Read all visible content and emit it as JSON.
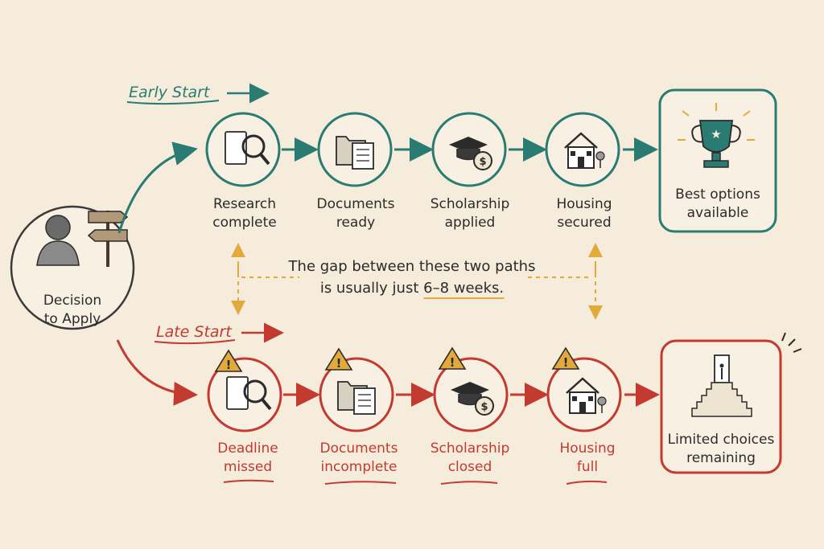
{
  "start": {
    "label_line1": "Decision",
    "label_line2": "to Apply"
  },
  "early": {
    "title": "Early Start",
    "color": "#2a7b72",
    "steps": [
      {
        "line1": "Research",
        "line2": "complete",
        "icon": "search-document-icon"
      },
      {
        "line1": "Documents",
        "line2": "ready",
        "icon": "documents-folder-icon"
      },
      {
        "line1": "Scholarship",
        "line2": "applied",
        "icon": "graduation-cap-coin-icon"
      },
      {
        "line1": "Housing",
        "line2": "secured",
        "icon": "house-icon"
      }
    ],
    "outcome": {
      "line1": "Best options",
      "line2": "available",
      "icon": "trophy-icon"
    }
  },
  "late": {
    "title": "Late Start",
    "color": "#c23a30",
    "steps": [
      {
        "line1": "Deadline",
        "line2": "missed",
        "icon": "search-document-icon"
      },
      {
        "line1": "Documents",
        "line2": "incomplete",
        "icon": "documents-folder-icon"
      },
      {
        "line1": "Scholarship",
        "line2": "closed",
        "icon": "graduation-cap-coin-icon"
      },
      {
        "line1": "Housing",
        "line2": "full",
        "icon": "house-icon"
      }
    ],
    "outcome": {
      "line1": "Limited choices",
      "line2": "remaining",
      "icon": "narrow-staircase-icon"
    }
  },
  "note": {
    "line1": "The gap between these two paths",
    "line2_prefix": "is usually just ",
    "line2_highlight": "6–8 weeks."
  },
  "colors": {
    "background": "#f5ecdc",
    "warning": "#e2a93b",
    "ink": "#2b2b2b"
  }
}
